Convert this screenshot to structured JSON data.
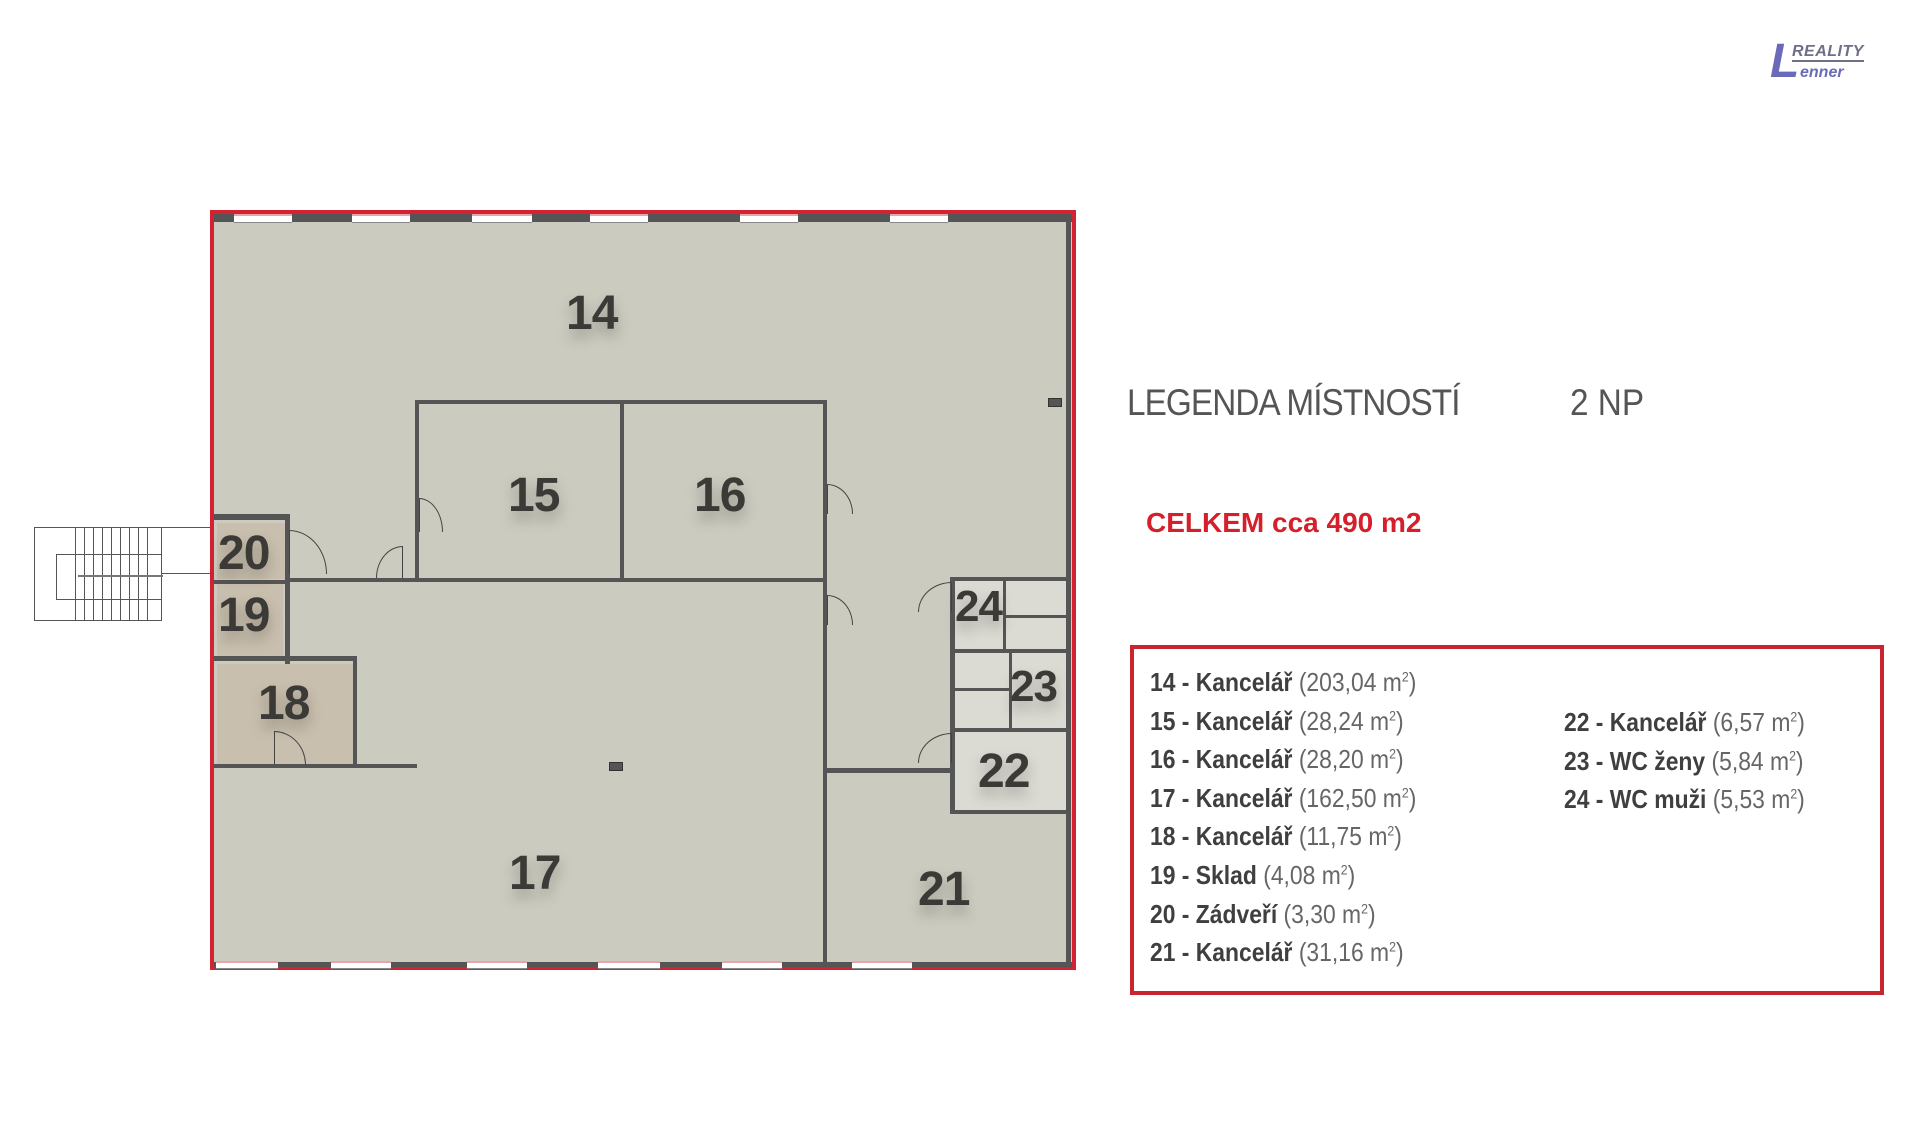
{
  "logo": {
    "letter": "L",
    "word1": "REALITY",
    "word2": "enner"
  },
  "header": {
    "title": "LEGENDA MÍSTNOSTÍ",
    "floor": "2 NP"
  },
  "total": "CELKEM cca 490 m2",
  "colors": {
    "accent_red": "#d32232",
    "floor_gray": "#cccbbf",
    "wood": "#c9bfae",
    "wall": "#555555",
    "text": "#3b3a36",
    "logo_blue": "#6a6ab8"
  },
  "rooms_on_plan": {
    "r14": "14",
    "r15": "15",
    "r16": "16",
    "r17": "17",
    "r18": "18",
    "r19": "19",
    "r20": "20",
    "r21": "21",
    "r22": "22",
    "r23": "23",
    "r24": "24"
  },
  "legend": {
    "left": [
      {
        "number": "14",
        "sep": " - ",
        "name": "Kancelář",
        "area": "(203,04 m",
        "sup": "2",
        "close": ")"
      },
      {
        "number": "15",
        "sep": " - ",
        "name": "Kancelář",
        "area": "(28,24 m",
        "sup": "2",
        "close": ")"
      },
      {
        "number": "16",
        "sep": " - ",
        "name": "Kancelář",
        "area": "(28,20 m",
        "sup": "2",
        "close": ")"
      },
      {
        "number": "17",
        "sep": " - ",
        "name": "Kancelář",
        "area": "(162,50 m",
        "sup": "2",
        "close": ")"
      },
      {
        "number": "18",
        "sep": " - ",
        "name": "Kancelář",
        "area": "(11,75 m",
        "sup": "2",
        "close": ")"
      },
      {
        "number": "19",
        "sep": " - ",
        "name": "Sklad",
        "area": "(4,08 m",
        "sup": "2",
        "close": ")"
      },
      {
        "number": "20",
        "sep": " - ",
        "name": "Zádveří",
        "area": "(3,30 m",
        "sup": "2",
        "close": ")"
      },
      {
        "number": "21",
        "sep": " - ",
        "name": "Kancelář",
        "area": "(31,16 m",
        "sup": "2",
        "close": ")"
      }
    ],
    "right": [
      {
        "number": "22",
        "sep": " - ",
        "name": "Kancelář",
        "area": "(6,57 m",
        "sup": "2",
        "close": ")"
      },
      {
        "number": "23",
        "sep": " - ",
        "name": "WC ženy",
        "area": "(5,84 m",
        "sup": "2",
        "close": ")"
      },
      {
        "number": "24",
        "sep": " - ",
        "name": "WC muži",
        "area": "(5,53 m",
        "sup": "2",
        "close": ")"
      }
    ]
  }
}
